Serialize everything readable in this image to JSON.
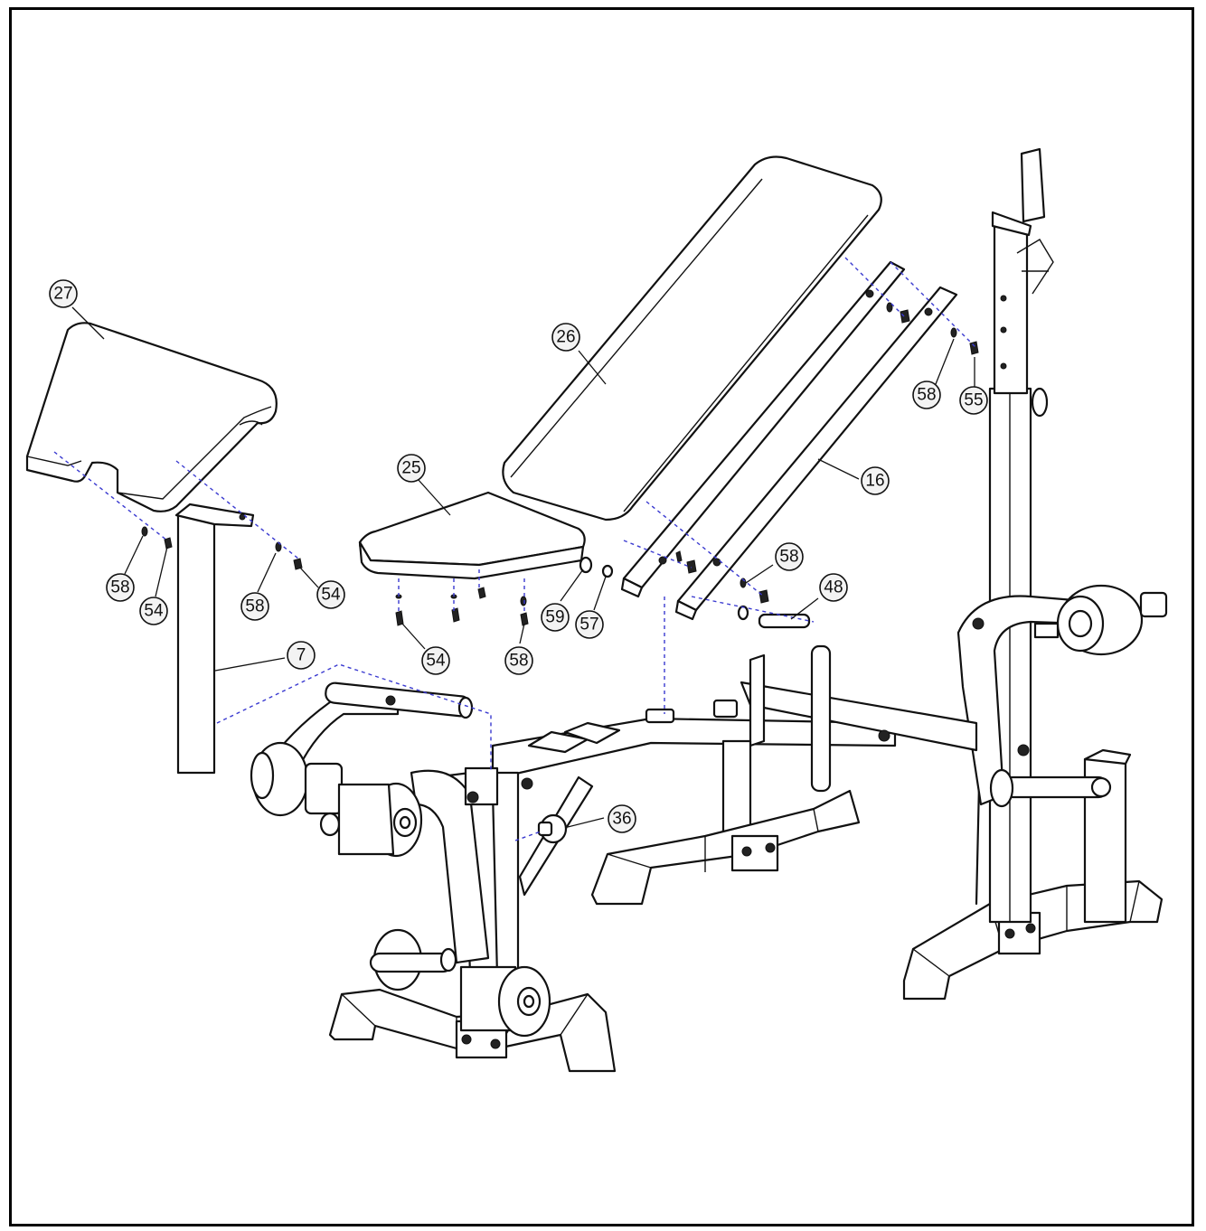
{
  "callouts": [
    {
      "id": "c27a",
      "label": "27"
    },
    {
      "id": "c26",
      "label": "26"
    },
    {
      "id": "c25",
      "label": "25"
    },
    {
      "id": "c16",
      "label": "16"
    },
    {
      "id": "c58a",
      "label": "58"
    },
    {
      "id": "c55",
      "label": "55"
    },
    {
      "id": "c58b",
      "label": "58"
    },
    {
      "id": "c48",
      "label": "48"
    },
    {
      "id": "c58c",
      "label": "58"
    },
    {
      "id": "c54a",
      "label": "54"
    },
    {
      "id": "c58d",
      "label": "58"
    },
    {
      "id": "c54b",
      "label": "54"
    },
    {
      "id": "c59",
      "label": "59"
    },
    {
      "id": "c57",
      "label": "57"
    },
    {
      "id": "c54c",
      "label": "54"
    },
    {
      "id": "c58e",
      "label": "58"
    },
    {
      "id": "c7",
      "label": "7"
    },
    {
      "id": "c36",
      "label": "36"
    }
  ]
}
